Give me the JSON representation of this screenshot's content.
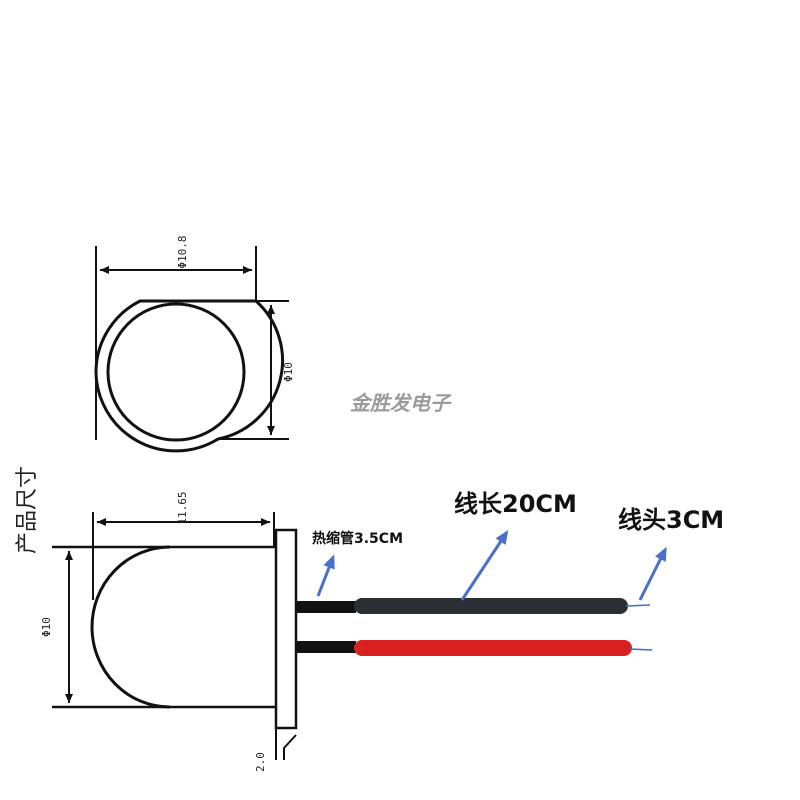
{
  "side_title": "产品尺寸",
  "watermark": "金胜发电子",
  "top_view": {
    "outer_diameter_label": "Φ10.8",
    "inner_diameter_label": "Φ10"
  },
  "side_view": {
    "length_label": "11.65",
    "diameter_label": "Φ10",
    "pin_spacing_label": "2.0"
  },
  "callouts": {
    "heat_shrink": "热缩管3.5CM",
    "wire_length": "线长20CM",
    "wire_tip": "线头3CM"
  },
  "colors": {
    "line": "#111111",
    "black_wire": "#2b2f33",
    "red_wire": "#d8201f",
    "arrow": "#4a6fc8",
    "tip": "#3a6fd0"
  }
}
